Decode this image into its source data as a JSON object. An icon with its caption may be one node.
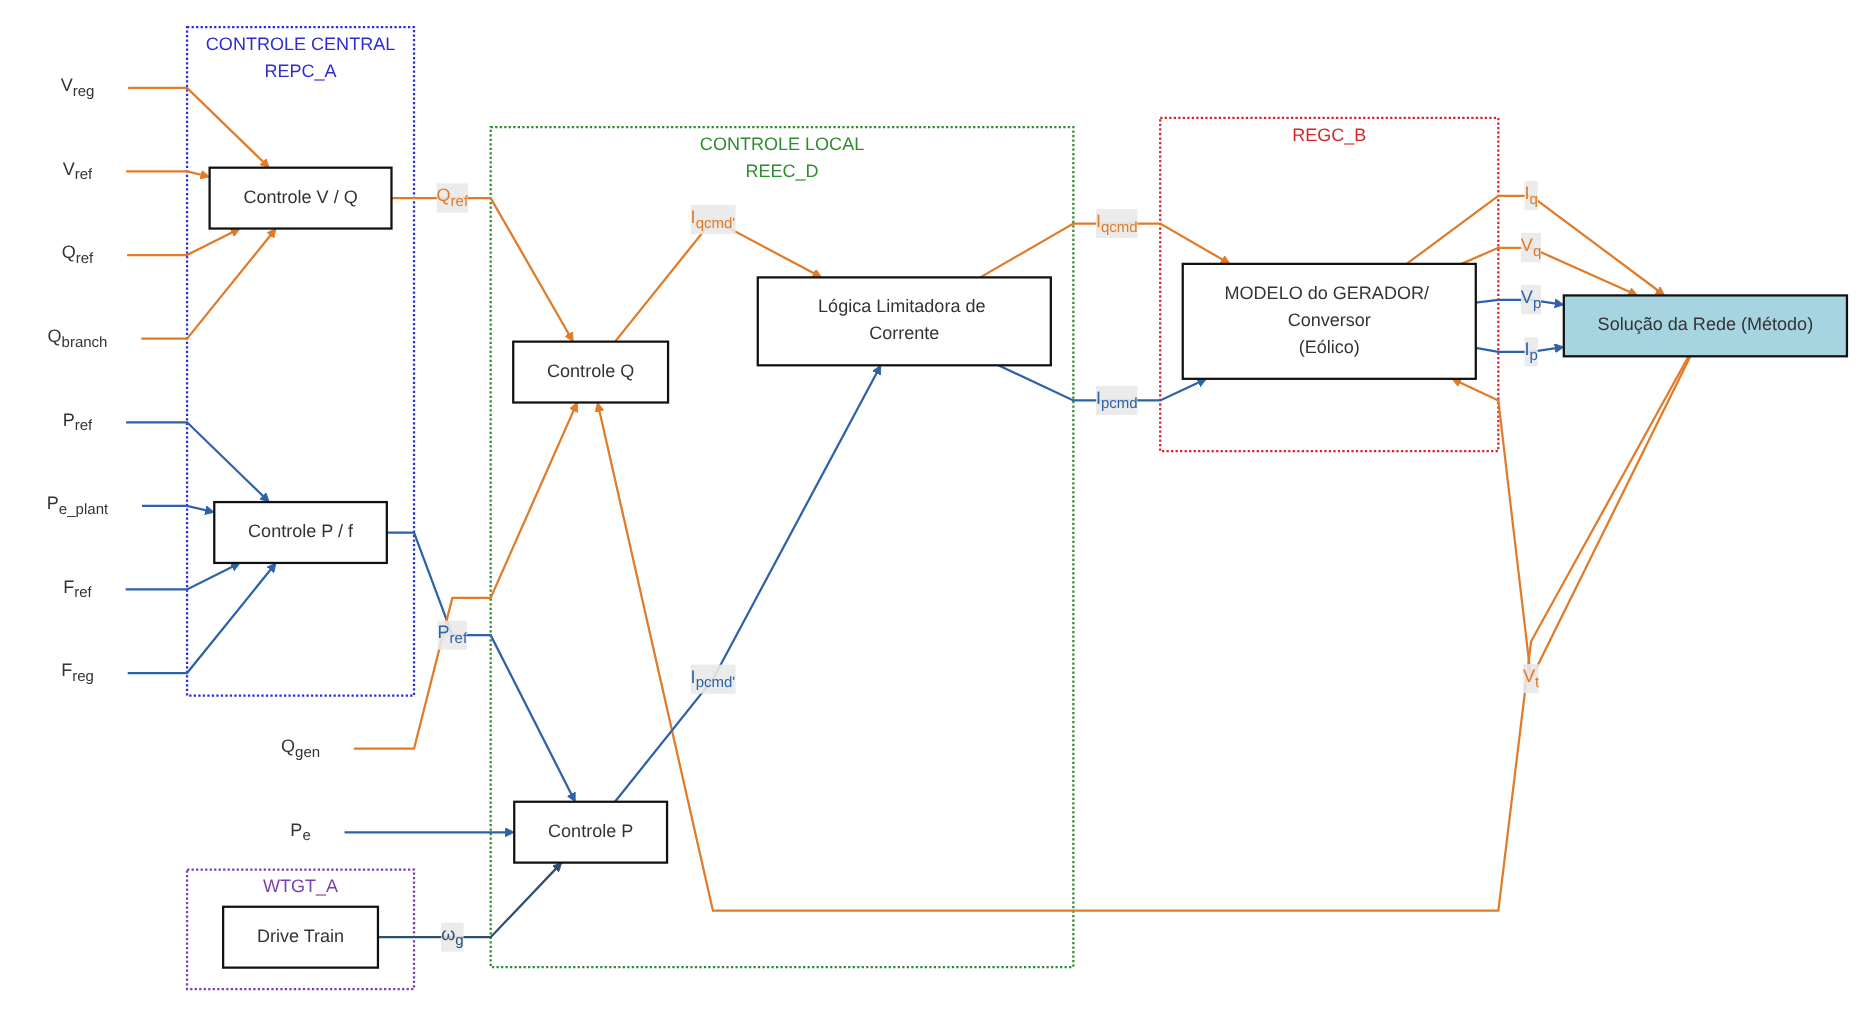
{
  "diagram": {
    "nodes": [
      {
        "text": [
          "CONTROLE CENTRAL",
          "REPC_A"
        ]
      },
      {
        "text": [
          "Controle V / Q"
        ],
        "in": 0
      },
      {
        "text": [
          "Controle P / f"
        ],
        "in": 0
      },
      {
        "text": [
          "CONTROLE LOCAL",
          "REEC_D"
        ]
      },
      {
        "text": [
          "Controle Q"
        ],
        "in": 3
      },
      {
        "text": [
          "Controle P"
        ],
        "in": 3
      },
      {
        "text": [
          "Lógica Limitadora de Corrente"
        ],
        "in": 3
      },
      {
        "text": [
          "REGC_B"
        ]
      },
      {
        "text": [
          "MODELO do GERADOR/ Conversor",
          "(Eólico)"
        ],
        "in": 7
      },
      {
        "text": [
          "Solução da Rede (Método)"
        ]
      },
      {
        "text": [
          "WTGT_A"
        ]
      },
      {
        "text": [
          "Drive Train"
        ],
        "in": 10
      },
      {
        "text": [
          "V$_{reg}$"
        ]
      },
      {
        "text": [
          "V$_{ref}$"
        ]
      },
      {
        "text": [
          "Q$_{ref}$"
        ]
      },
      {
        "text": [
          "Q$_{branch}$"
        ]
      },
      {
        "text": [
          "P$_{ref}$"
        ]
      },
      {
        "text": [
          "P$_{e_plant}$"
        ]
      },
      {
        "text": [
          "F$_{ref}$"
        ]
      },
      {
        "text": [
          "F$_{reg}$"
        ]
      },
      {
        "text": [
          "Q$_{gen}$"
        ]
      },
      {
        "text": [
          "P$_{e}$"
        ]
      }
    ],
    "edges": [
      {
        "from": 12,
        "to": 1,
        "arrow": "to",
        "color": "#e07b29"
      },
      {
        "from": 13,
        "to": 1,
        "arrow": "to",
        "color": "#e07b29"
      },
      {
        "from": 14,
        "to": 1,
        "arrow": "to",
        "color": "#e07b29"
      },
      {
        "from": 15,
        "to": 1,
        "arrow": "to",
        "color": "#e07b29"
      },
      {
        "from": 16,
        "to": 2,
        "arrow": "to",
        "color": "#2e62a8"
      },
      {
        "from": 17,
        "to": 2,
        "arrow": "to",
        "color": "#2e62a8"
      },
      {
        "from": 18,
        "to": 2,
        "arrow": "to",
        "color": "#2e62a8"
      },
      {
        "from": 19,
        "to": 2,
        "arrow": "to",
        "color": "#2e62a8"
      },
      {
        "from": 1,
        "to": 4,
        "arrow": "to",
        "label": "Q$_{ref}$",
        "color": "#e07b29"
      },
      {
        "from": 2,
        "to": 5,
        "arrow": "to",
        "label": "P$_{ref}$",
        "color": "#2e62a8"
      },
      {
        "from": 20,
        "to": 4,
        "arrow": "to",
        "color": "#e07b29"
      },
      {
        "from": 9,
        "to": 4,
        "arrow": "to",
        "color": "#e07b29"
      },
      {
        "from": 9,
        "to": 8,
        "arrow": "to",
        "label": "V$_{t}$",
        "color": "#e07b29"
      },
      {
        "from": 4,
        "to": 6,
        "arrow": "to",
        "label": "I$_{qcmd'}$",
        "color": "#e07b29"
      },
      {
        "from": 5,
        "to": 6,
        "arrow": "to",
        "label": "I$_{pcmd'}$",
        "color": "#2e62a8"
      },
      {
        "from": 6,
        "to": 8,
        "arrow": "to",
        "label": "I$_{qcmd}$",
        "color": "#e07b29"
      },
      {
        "from": 6,
        "to": 8,
        "arrow": "to",
        "label": "I$_{pcmd}$",
        "color": "#2e62a8"
      },
      {
        "from": 8,
        "to": 9,
        "arrow": "to",
        "label": "I$_{q}$",
        "color": "#e07b29"
      },
      {
        "from": 8,
        "to": 9,
        "arrow": "to",
        "label": "V$_{q}$",
        "color": "#e07b29"
      },
      {
        "from": 8,
        "to": 9,
        "arrow": "to",
        "label": "V$_{p}$",
        "color": "#2e62a8"
      },
      {
        "from": 8,
        "to": 9,
        "arrow": "to",
        "label": "I$_{p}$",
        "color": "#2e62a8"
      },
      {
        "from": 21,
        "to": 5,
        "arrow": "to",
        "color": "#2e62a8"
      },
      {
        "from": 11,
        "to": 5,
        "arrow": "to",
        "label": "ω$_{g}$",
        "color": "#2f4f6f"
      }
    ]
  }
}
